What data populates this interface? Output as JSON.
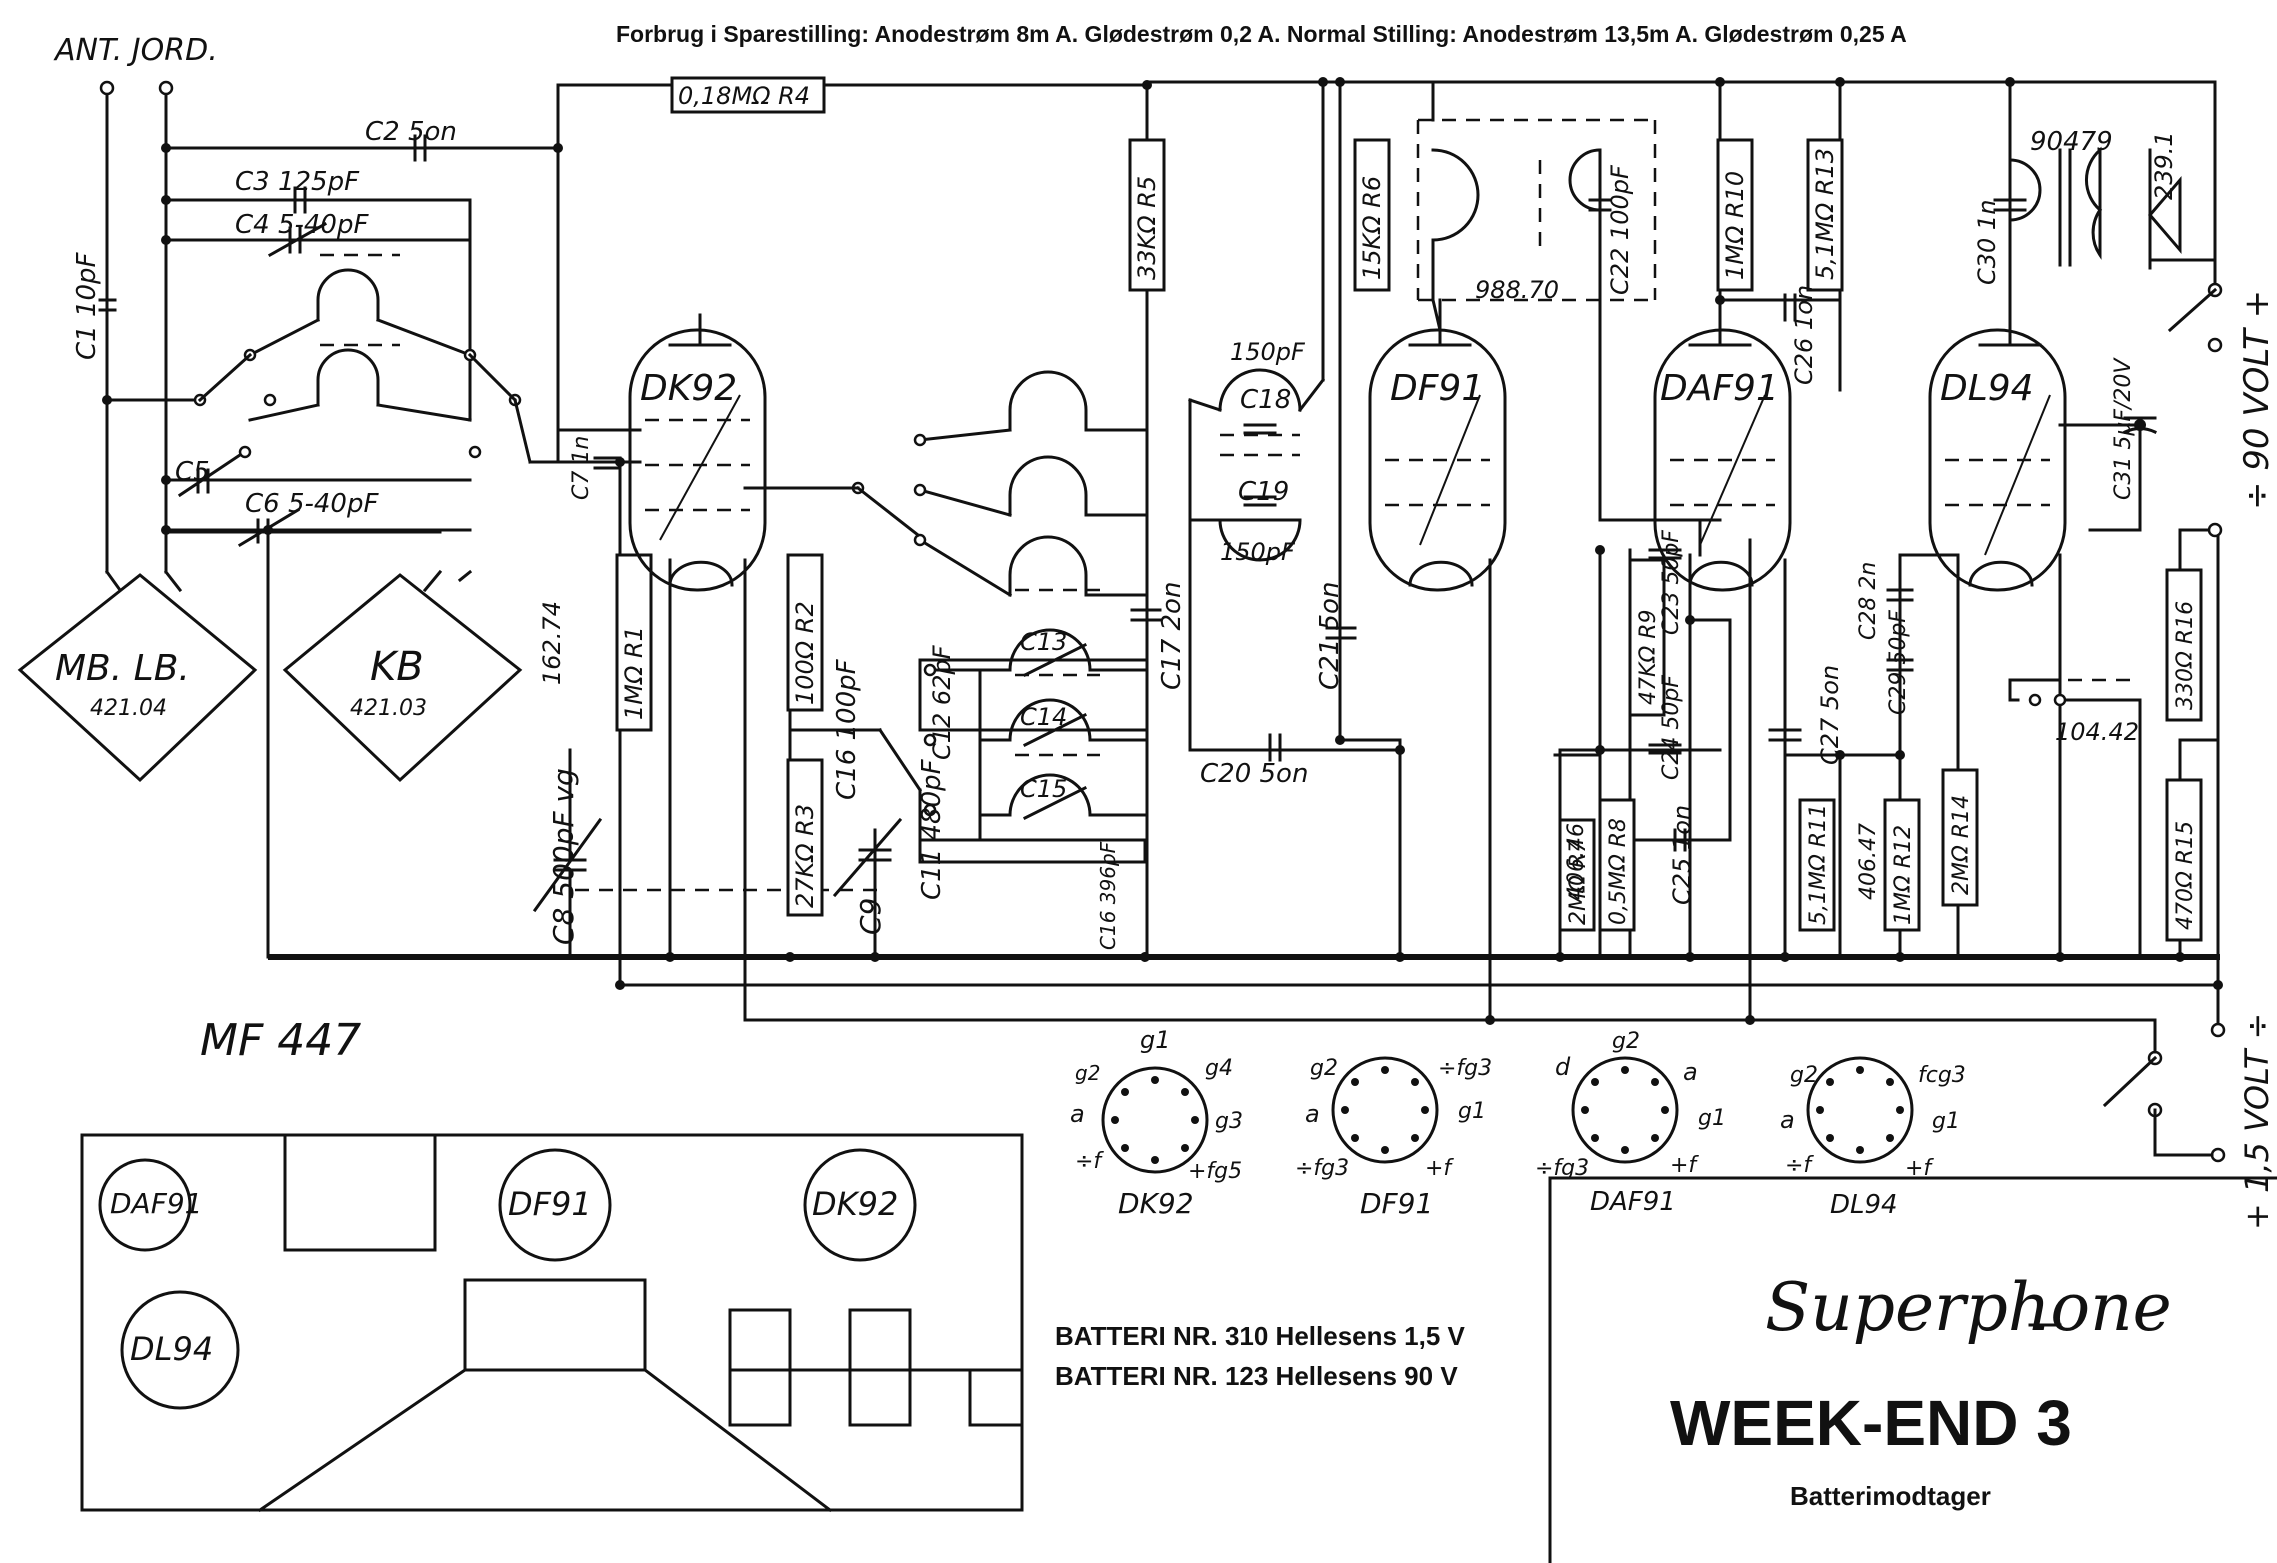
{
  "header": {
    "ant_jord": "ANT. JORD.",
    "consumption": "Forbrug i Sparestilling: Anodestrøm 8m A. Glødestrøm 0,2 A. Normal Stilling: Anodestrøm 13,5m A. Glødestrøm 0,25 A"
  },
  "tubes": [
    "DK92",
    "DF91",
    "DAF91",
    "DL94"
  ],
  "coils": [
    "MB. LB.",
    "421.04",
    "KB",
    "421.03"
  ],
  "labels": {
    "mf": "MF 447",
    "c1": "C1 10pF",
    "c2": "C2 5on",
    "c3": "C3 125pF",
    "c4": "C4 5-40pF",
    "c5": "C5",
    "c6": "C6 5-40pF",
    "c7": "C7 1n",
    "c8": "C8 500pF vg",
    "c9": "C9",
    "c16": "C16 100pF",
    "c11": "C11 480pF",
    "c12": "C12 62pF",
    "c13": "C13",
    "c14": "C14",
    "c15": "C15",
    "c16b": "C16 396pF",
    "c17": "C17 2on",
    "c18": "C18",
    "c18v": "150pF",
    "c19": "C19",
    "c19v": "150pF",
    "c20": "C20 5on",
    "c21": "C21 5on",
    "c22": "C22 100pF",
    "c23": "C23 50pF",
    "c24": "C24 50pF",
    "c25": "C25 1on",
    "c26": "C26 1on",
    "c27": "C27 5on",
    "c28": "C28 2n",
    "c29": "C29 50pF",
    "c30": "C30 1n",
    "c31": "C31 5μF/20V",
    "r1": "1MΩ R1",
    "r2": "100Ω R2",
    "r3": "27KΩ R3",
    "r4": "0,18MΩ R4",
    "r5": "33KΩ R5",
    "r6": "15KΩ R6",
    "r7": "2MΩ R7",
    "r8": "0,5MΩ R8",
    "r9": "47KΩ R9",
    "r10": "1MΩ R10",
    "r11": "5,1MΩ R11",
    "r12": "1MΩ R12",
    "r13": "5,1MΩ R13",
    "r14": "2MΩ R14",
    "r15": "470Ω R15",
    "r16": "330Ω R16",
    "n16274": "162.74",
    "n98870": "988.70",
    "n90479": "90479",
    "n2391": "239.1",
    "n10442": "104.42",
    "n40646": "406.46",
    "n40647": "406.47",
    "v90": "÷ 90 VOLT +",
    "v15": "+ 1,5 VOLT ÷"
  },
  "pinouts": [
    {
      "tube": "DK92",
      "pins": [
        "g1",
        "g4",
        "g3",
        "+fg5",
        "÷f",
        "a",
        "g2"
      ]
    },
    {
      "tube": "DF91",
      "pins": [
        "g2",
        "÷fg3",
        "g1",
        "+f",
        "÷fg3",
        "a"
      ]
    },
    {
      "tube": "DAF91",
      "pins": [
        "g2",
        "a",
        "g1",
        "+f",
        "÷fg3",
        "d"
      ]
    },
    {
      "tube": "DL94",
      "pins": [
        "g2",
        "fcg3",
        "g1",
        "+f",
        "÷f",
        "a"
      ]
    }
  ],
  "chassis": {
    "tubes": [
      "DAF91",
      "DF91",
      "DK92",
      "DL94"
    ]
  },
  "batteries": [
    "BATTERI NR. 310 Hellesens 1,5 V",
    "BATTERI NR. 123 Hellesens 90 V"
  ],
  "titleblock": {
    "brand": "Superphone",
    "model": "WEEK-END 3",
    "subtitle": "Batterimodtager"
  }
}
